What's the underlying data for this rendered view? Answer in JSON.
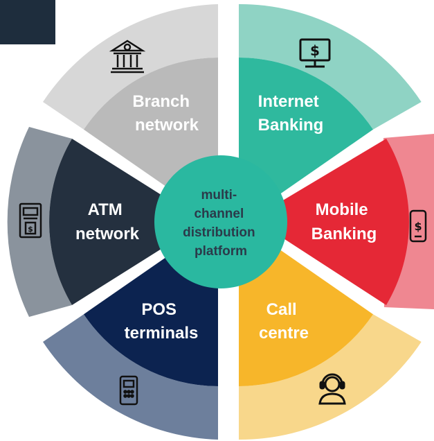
{
  "hub": {
    "lines": [
      "multi-",
      "channel",
      "distribution",
      "platform"
    ],
    "color": "#2ab8a0",
    "text_color": "#2b3a4a"
  },
  "segments": [
    {
      "id": "internet-banking",
      "lines": [
        "Internet",
        "Banking"
      ],
      "inner_color": "#2fb99e",
      "outer_color": "#8fd3c4",
      "icon": "computer-dollar-icon"
    },
    {
      "id": "mobile-banking",
      "lines": [
        "Mobile",
        "Banking"
      ],
      "inner_color": "#e52836",
      "outer_color": "#ef8791",
      "icon": "mobile-dollar-icon"
    },
    {
      "id": "call-centre",
      "lines": [
        "Call",
        "centre"
      ],
      "inner_color": "#f7b62a",
      "outer_color": "#f8d78b",
      "icon": "headset-agent-icon"
    },
    {
      "id": "pos-terminals",
      "lines": [
        "POS",
        "terminals"
      ],
      "inner_color": "#0c2350",
      "outer_color": "#6d7f9c",
      "icon": "pos-terminal-icon"
    },
    {
      "id": "atm-network",
      "lines": [
        "ATM",
        "network"
      ],
      "inner_color": "#24303f",
      "outer_color": "#8a939d",
      "icon": "atm-icon"
    },
    {
      "id": "branch-network",
      "lines": [
        "Branch",
        "network"
      ],
      "inner_color": "#bababa",
      "outer_color": "#d7d7d7",
      "icon": "bank-building-icon"
    }
  ]
}
